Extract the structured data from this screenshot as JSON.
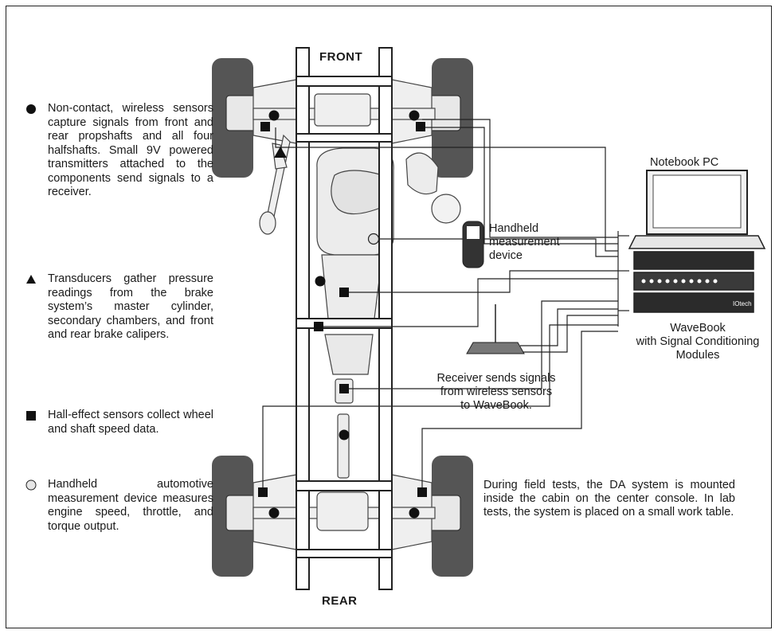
{
  "labels": {
    "front": "FRONT",
    "rear": "REAR",
    "notebook": "Notebook PC",
    "handheld": "Handheld measurement device",
    "wavebook_line1": "WaveBook",
    "wavebook_line2": "with Signal Conditioning",
    "wavebook_line3": "Modules",
    "receiver_line1": "Receiver sends signals",
    "receiver_line2": "from wireless sensors",
    "receiver_line3": "to WaveBook.",
    "device_badge": "IOtech"
  },
  "legend": [
    {
      "symbol": "filled-circle",
      "text": "Non-contact, wireless sensors capture signals from front and rear propshafts and all four halfshafts. Small 9V powered transmitters attached to the components send signals to a receiver."
    },
    {
      "symbol": "filled-triangle",
      "text": "Transducers gather pressure readings from the brake system’s master cylinder, secondary chambers, and front and rear brake calipers."
    },
    {
      "symbol": "filled-square",
      "text": "Hall-effect sensors collect wheel and shaft speed data."
    },
    {
      "symbol": "open-circle",
      "text": "Handheld automotive measurement device measures engine speed, throttle, and torque output."
    }
  ],
  "note": "During field tests, the DA system is mounted inside the cabin on the center console. In lab tests, the system is placed on a small work table.",
  "colors": {
    "tire": "#555555",
    "line": "#222222",
    "chassis_fill": "#f4f4f4",
    "component": "#e6e6e6"
  }
}
